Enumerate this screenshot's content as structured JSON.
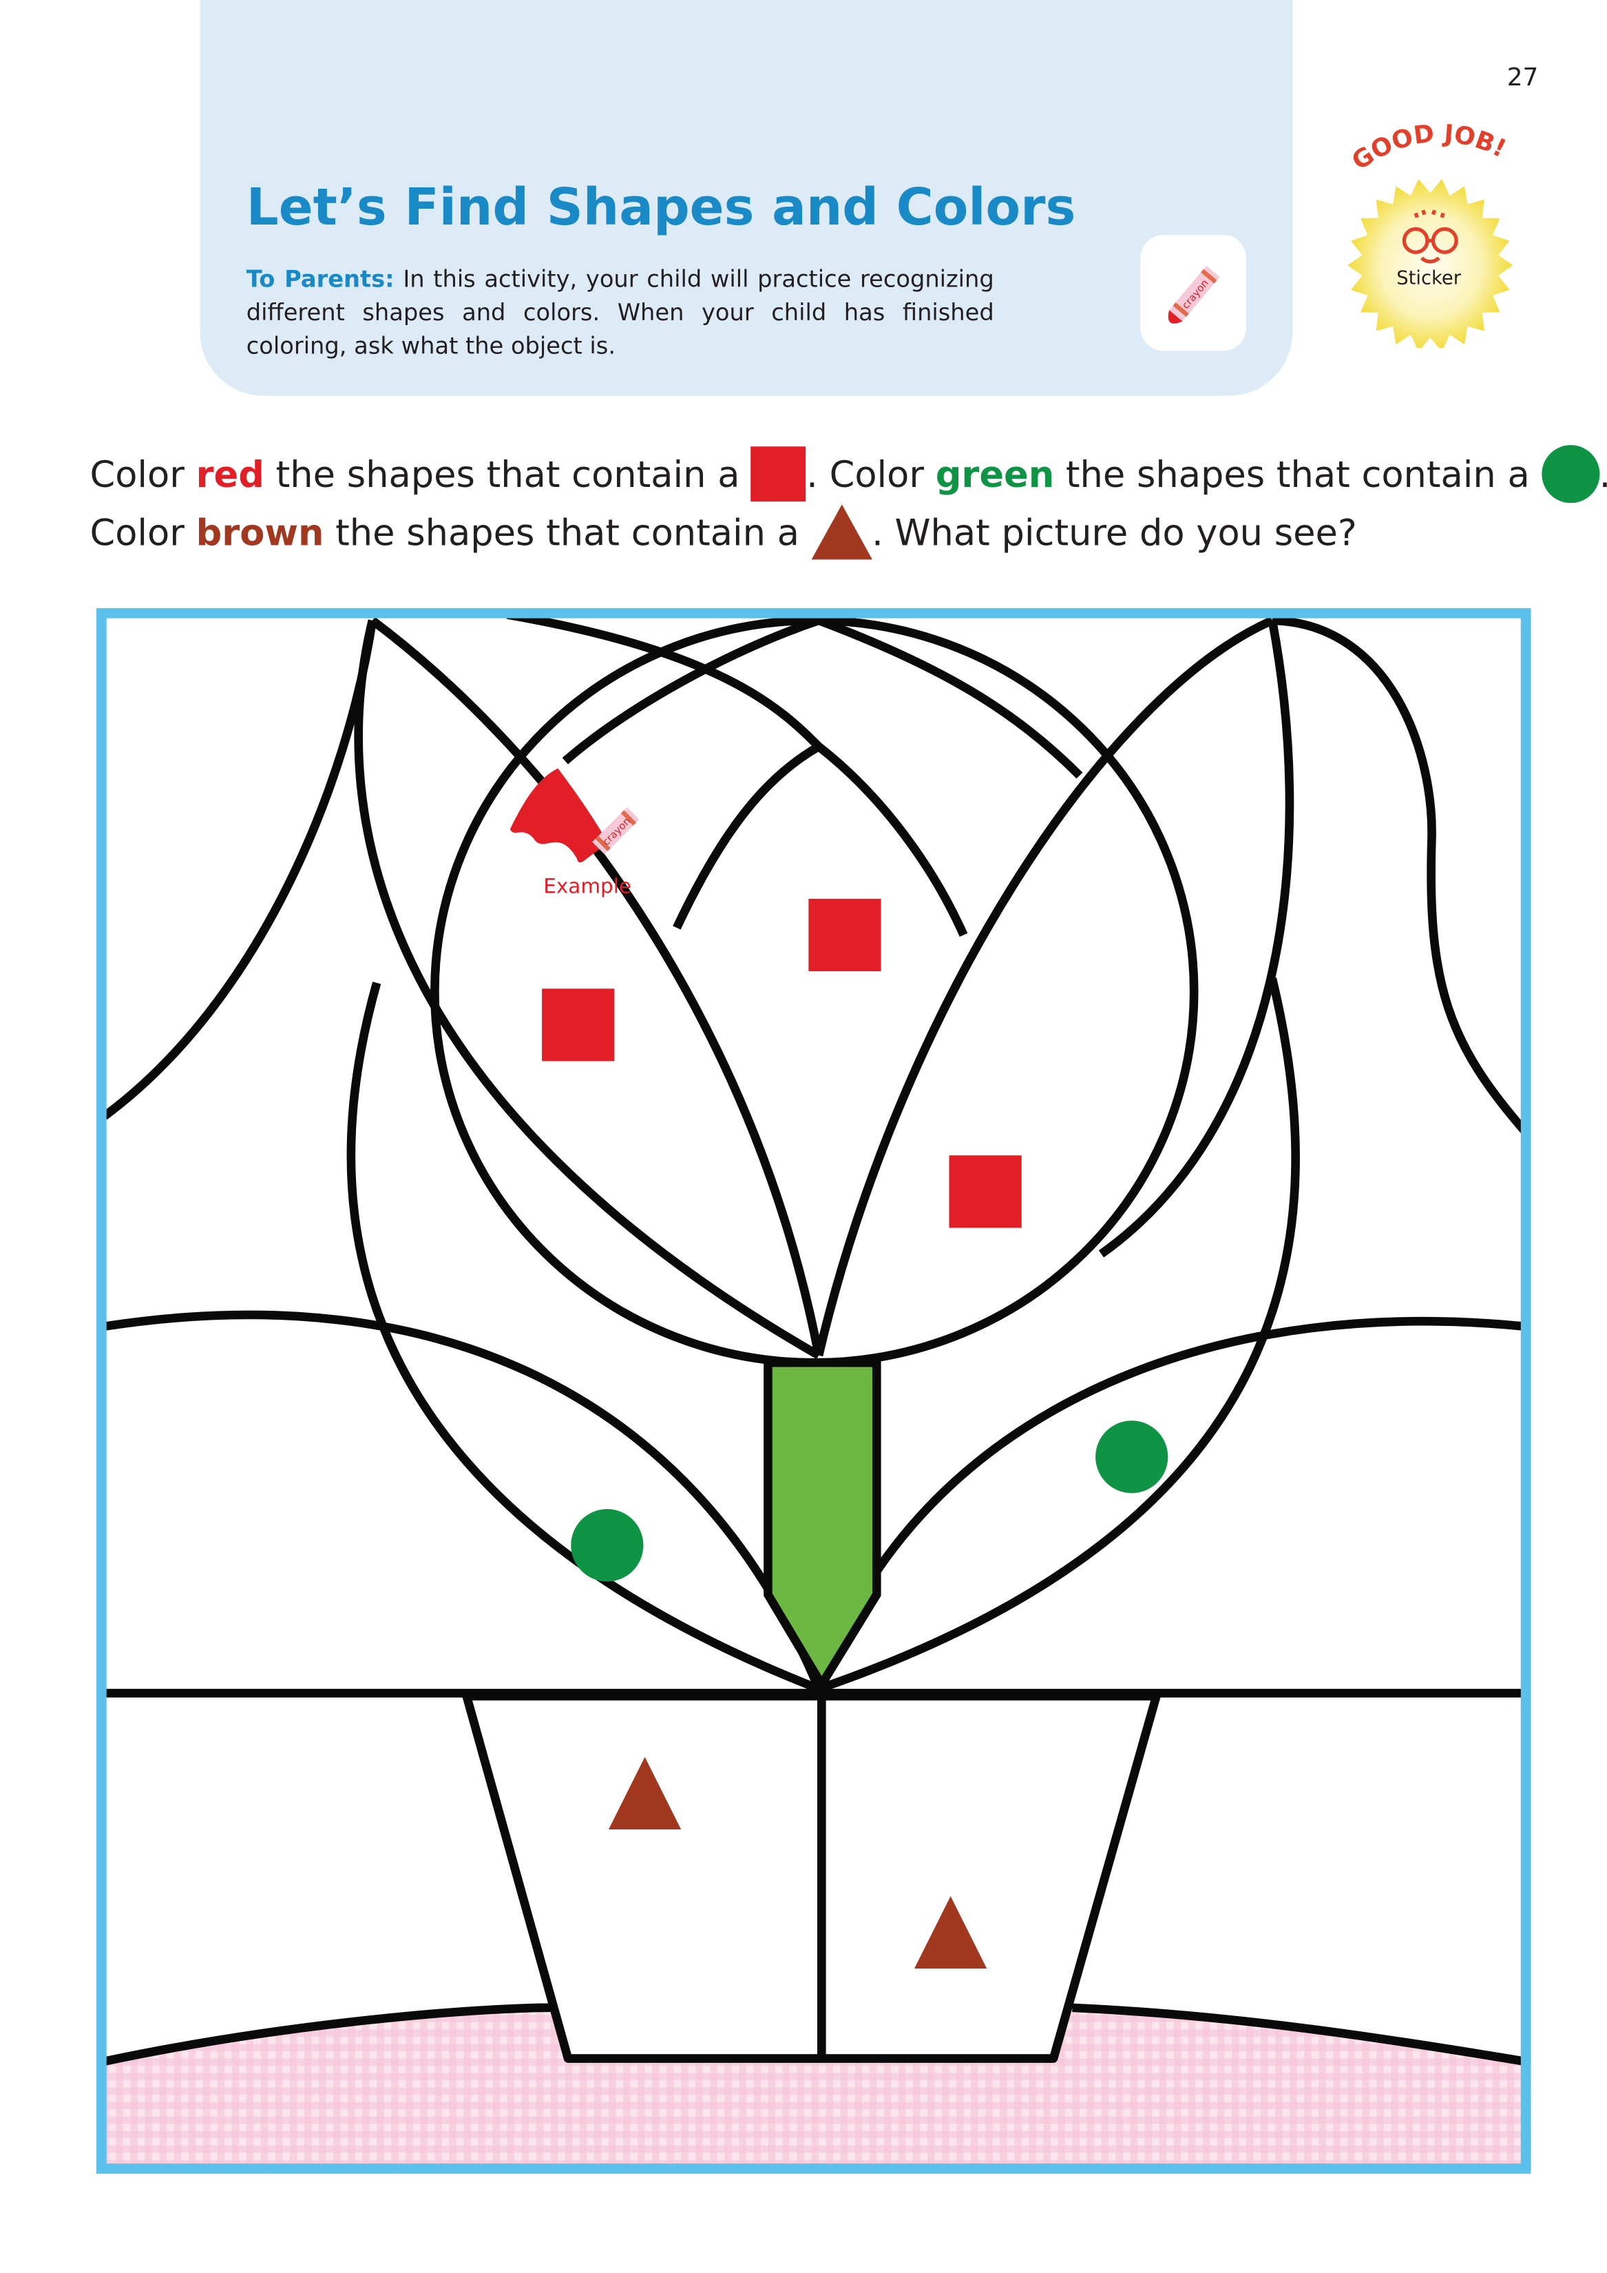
{
  "page_number": "27",
  "header": {
    "title": "Let’s Find Shapes and Colors",
    "parents_label": "To Parents:",
    "parents_text": " In this activity, your child will practice recognizing different shapes and colors. When your child has finished coloring, ask what the object is.",
    "crayon_text": "crayon"
  },
  "sticker": {
    "heading": "GOOD JOB!",
    "label": "Sticker"
  },
  "instructions": {
    "line1": {
      "a": "Color ",
      "red": "red",
      "b": " the shapes that contain a ",
      "c": ". Color ",
      "green": "green",
      "d": " the shapes that contain a ",
      "e": "."
    },
    "line2": {
      "a": "Color ",
      "brown": "brown",
      "b": " the shapes that contain a ",
      "c": ". What picture do you see?"
    }
  },
  "example_label": "Example",
  "colors": {
    "red": "#e21e26",
    "green": "#0f9345",
    "brown": "#a2381f",
    "frame": "#5bc0eb",
    "stem": "#6cb843",
    "accent": "#1a8ac6"
  }
}
